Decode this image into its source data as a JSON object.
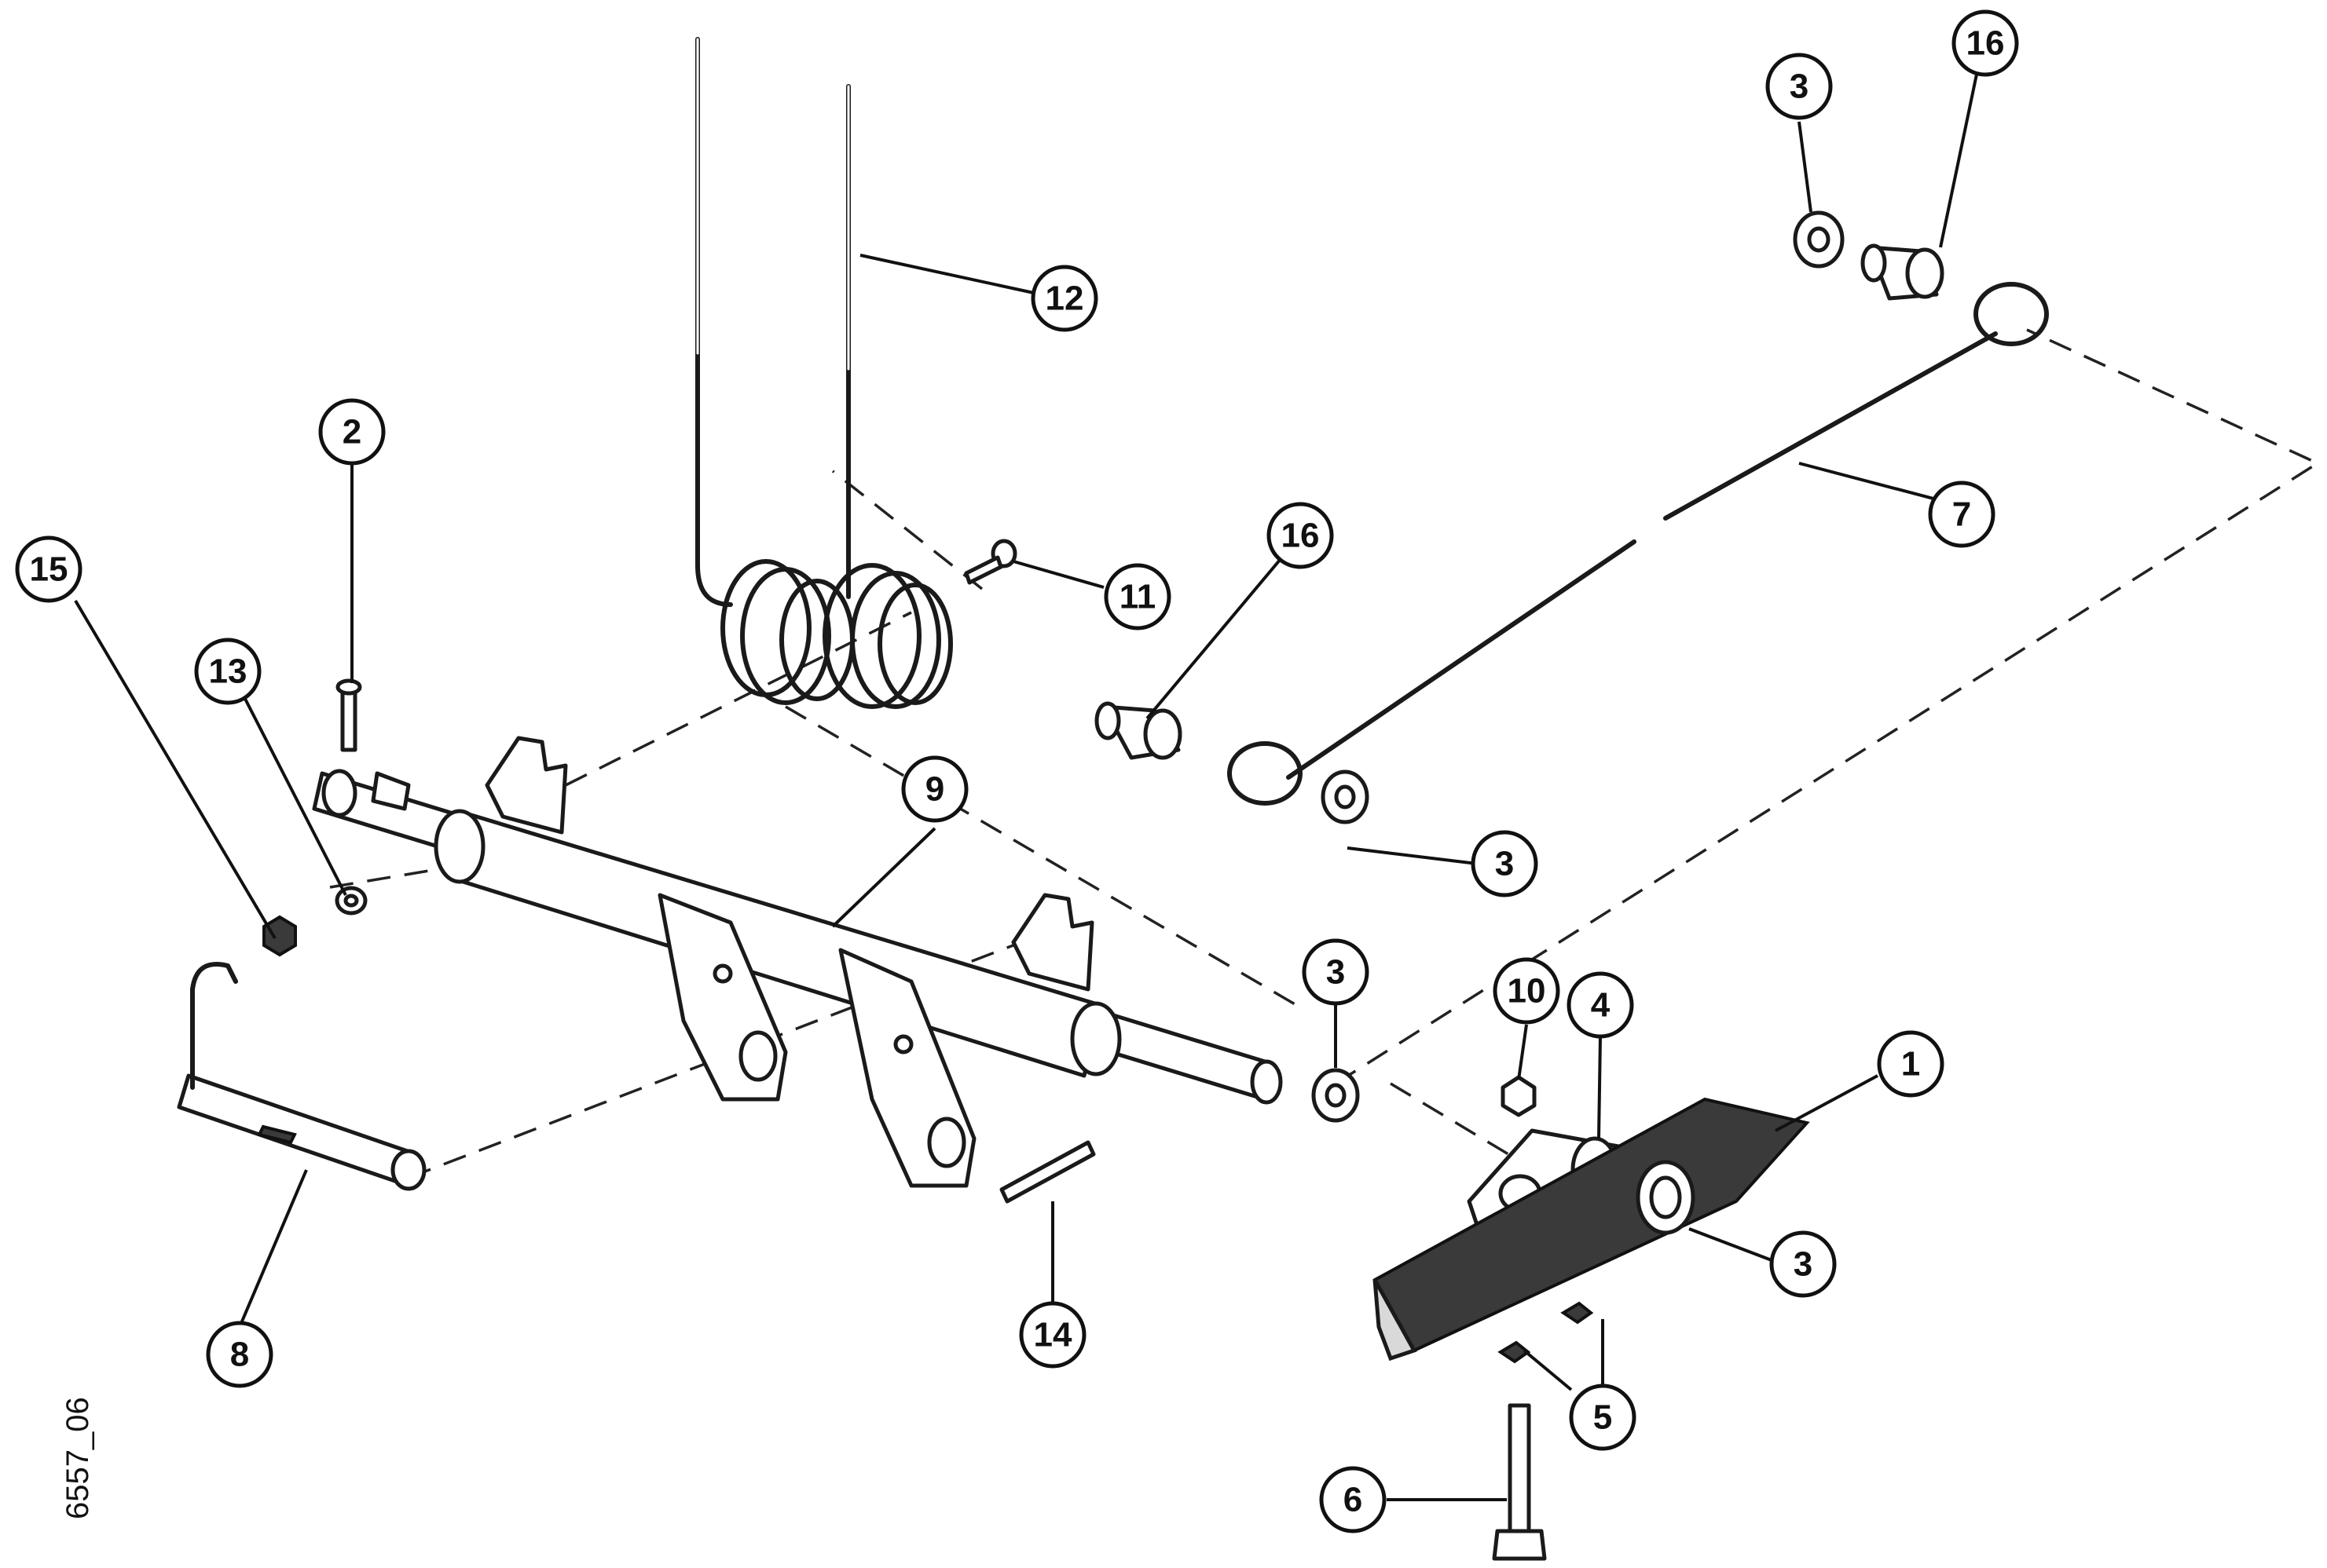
{
  "drawing_code": "6557_06",
  "callouts": [
    {
      "id": "c1",
      "label": "1"
    },
    {
      "id": "c2",
      "label": "2"
    },
    {
      "id": "c3a",
      "label": "3"
    },
    {
      "id": "c3b",
      "label": "3"
    },
    {
      "id": "c3c",
      "label": "3"
    },
    {
      "id": "c3d",
      "label": "3"
    },
    {
      "id": "c4",
      "label": "4"
    },
    {
      "id": "c5",
      "label": "5"
    },
    {
      "id": "c6",
      "label": "6"
    },
    {
      "id": "c7",
      "label": "7"
    },
    {
      "id": "c8",
      "label": "8"
    },
    {
      "id": "c9",
      "label": "9"
    },
    {
      "id": "c10",
      "label": "10"
    },
    {
      "id": "c11",
      "label": "11"
    },
    {
      "id": "c12",
      "label": "12"
    },
    {
      "id": "c13",
      "label": "13"
    },
    {
      "id": "c14",
      "label": "14"
    },
    {
      "id": "c15",
      "label": "15"
    },
    {
      "id": "c16a",
      "label": "16"
    },
    {
      "id": "c16b",
      "label": "16"
    }
  ]
}
